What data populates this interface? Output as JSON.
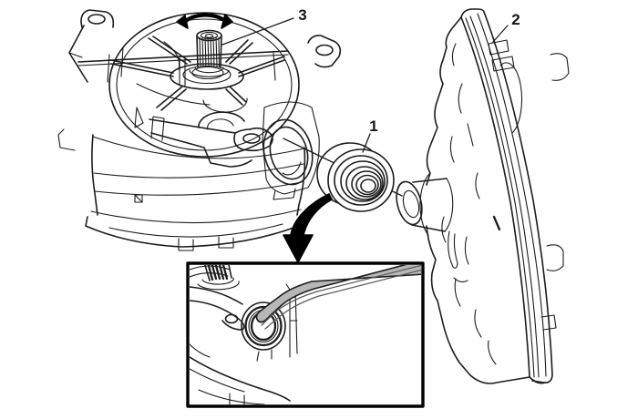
{
  "figure": {
    "kind": "exploded-parts-line-illustration",
    "callouts": [
      {
        "label": "1",
        "points_to": "seal-ring"
      },
      {
        "label": "2",
        "points_to": "end-cover-plate"
      },
      {
        "label": "3",
        "points_to": "splined-shaft"
      }
    ],
    "icons": {
      "rotation_arrow": "bidirectional-rotation-arc",
      "flow_arrow": "curved-arrow-to-detail-inset"
    },
    "inset": {
      "depicts": "pry-tool-removing-seal-from-bore"
    },
    "colors": {
      "background": "#ffffff",
      "line": "#1c1c1c",
      "black": "#000000",
      "white": "#ffffff",
      "tool_fill": "#b7b7b7",
      "tool_stripe": "#5a5a5a"
    }
  }
}
